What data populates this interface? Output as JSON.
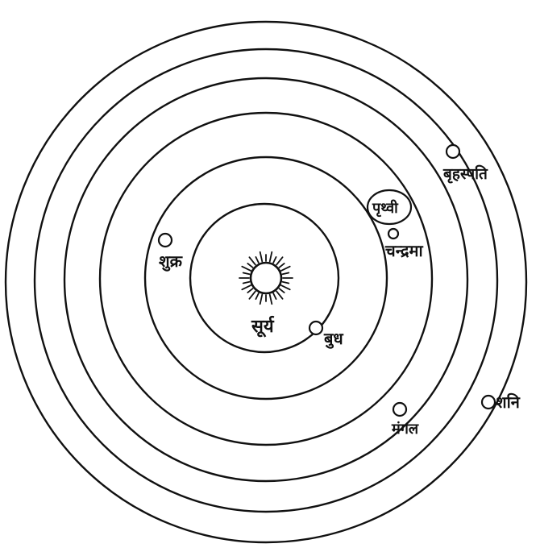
{
  "diagram": {
    "sun": {
      "label": "सूर्य"
    },
    "bodies": [
      {
        "key": "mercury",
        "label": "बुध"
      },
      {
        "key": "venus",
        "label": "शुक्र"
      },
      {
        "key": "earth",
        "label": "पृथ्वी"
      },
      {
        "key": "moon",
        "label": "चन्द्रमा"
      },
      {
        "key": "mars",
        "label": "मंगल"
      },
      {
        "key": "jupiter",
        "label": "बृहस्पति"
      },
      {
        "key": "saturn",
        "label": "शनि"
      }
    ],
    "orbit_count": 6,
    "colors": {
      "ink": "#111111",
      "paper": "#ffffff"
    }
  }
}
